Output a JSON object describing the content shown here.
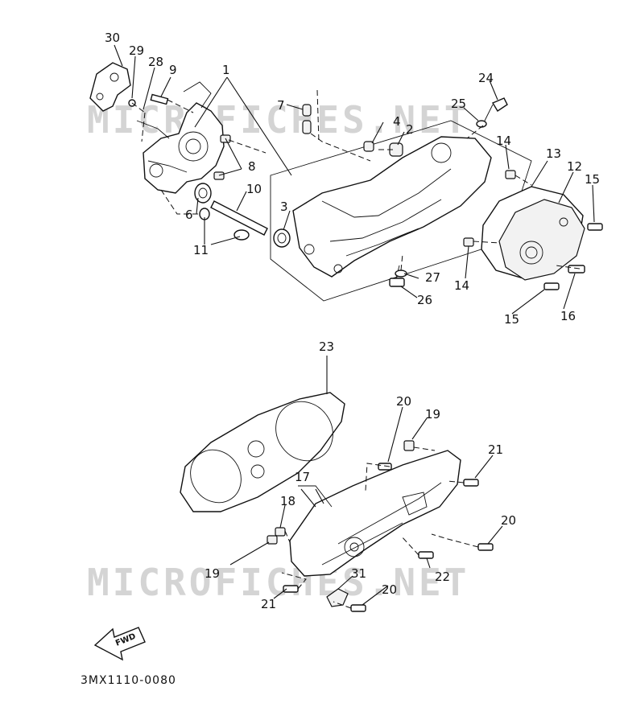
{
  "watermarks": [
    "MICROFICHES.NET",
    "MICROFICHES.NET"
  ],
  "diagram_code": "3MX1110-0080",
  "direction_label": "FWD",
  "callouts": {
    "c1": "1",
    "c2": "2",
    "c3": "3",
    "c4": "4",
    "c6": "6",
    "c7": "7",
    "c8": "8",
    "c9": "9",
    "c10": "10",
    "c11": "11",
    "c12": "12",
    "c13": "13",
    "c14a": "14",
    "c14b": "14",
    "c15a": "15",
    "c15b": "15",
    "c16": "16",
    "c17": "17",
    "c18": "18",
    "c19a": "19",
    "c19b": "19",
    "c20a": "20",
    "c20b": "20",
    "c20c": "20",
    "c21a": "21",
    "c21b": "21",
    "c22": "22",
    "c23": "23",
    "c24": "24",
    "c25": "25",
    "c26": "26",
    "c27": "27",
    "c28": "28",
    "c29": "29",
    "c30": "30",
    "c31": "31"
  }
}
